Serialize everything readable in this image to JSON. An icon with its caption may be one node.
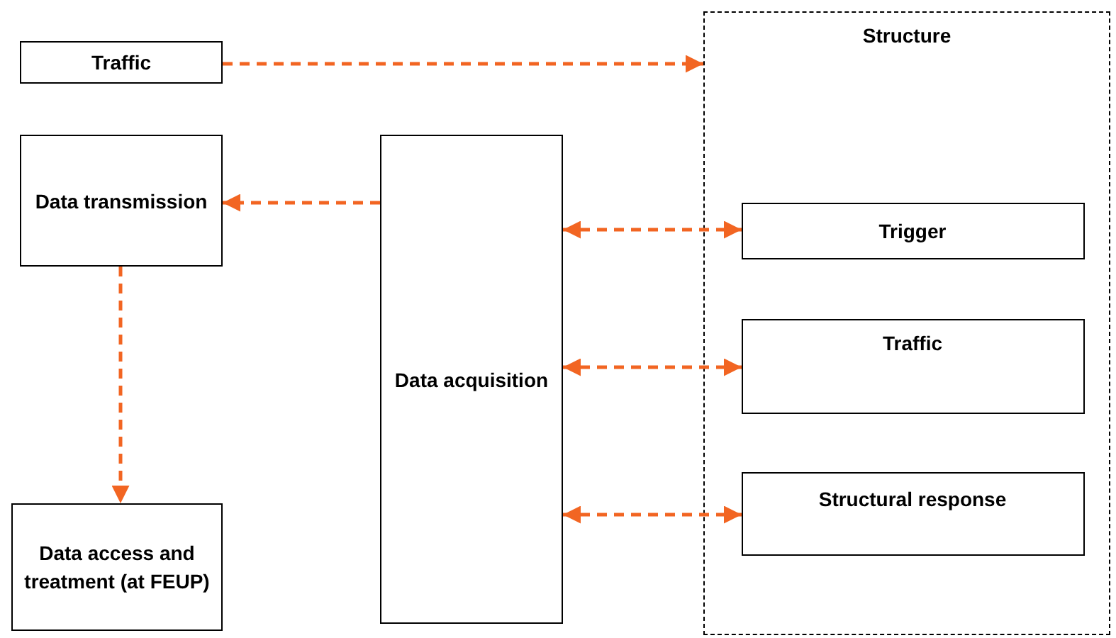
{
  "diagram": {
    "nodes": [
      {
        "text": [
          "Traffic"
        ]
      },
      {
        "text": [
          "Data transmission"
        ]
      },
      {
        "text": [
          "Data acquisition"
        ]
      },
      {
        "text": [
          "Structure"
        ]
      },
      {
        "text": [
          "Trigger"
        ],
        "in": 3
      },
      {
        "text": [
          "Traffic"
        ],
        "in": 3
      },
      {
        "text": [
          "Structural response"
        ],
        "in": 3
      },
      {
        "text": [
          "Data access and treatment (at FEUP)"
        ]
      }
    ],
    "edges": [
      {
        "from": 0,
        "to": 3,
        "arrow": "to",
        "style": "dashed",
        "color": "#f26522"
      },
      {
        "from": 2,
        "to": 1,
        "arrow": "to",
        "style": "dashed",
        "color": "#f26522"
      },
      {
        "from": 2,
        "to": 4,
        "arrow": "both",
        "style": "dashed",
        "color": "#f26522"
      },
      {
        "from": 2,
        "to": 5,
        "arrow": "both",
        "style": "dashed",
        "color": "#f26522"
      },
      {
        "from": 2,
        "to": 6,
        "arrow": "both",
        "style": "dashed",
        "color": "#f26522"
      },
      {
        "from": 1,
        "to": 7,
        "arrow": "to",
        "style": "dashed",
        "color": "#f26522"
      }
    ]
  }
}
